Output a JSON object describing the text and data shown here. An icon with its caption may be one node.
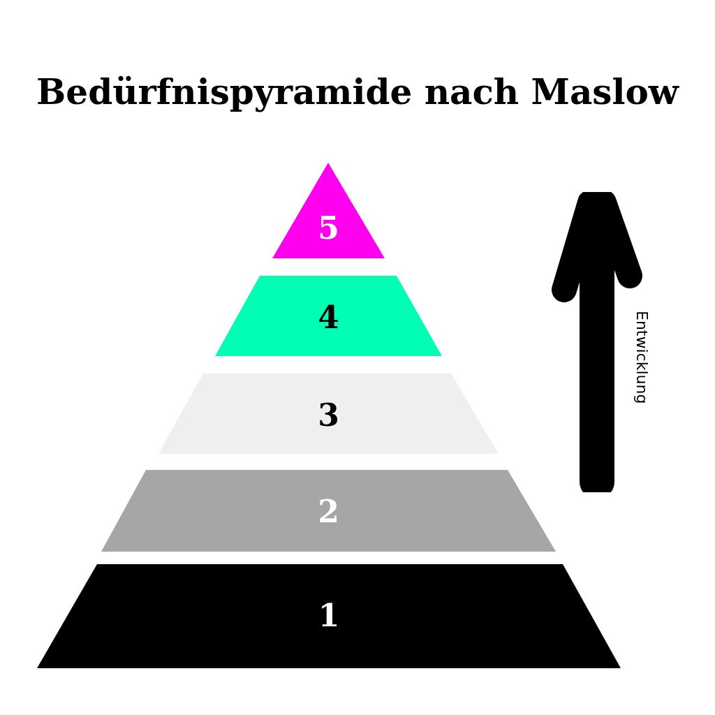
{
  "diagram": {
    "title": "Bedürfnispyramide nach Maslow",
    "nodes": [
      {
        "text": [
          "5"
        ]
      },
      {
        "text": [
          "4"
        ]
      },
      {
        "text": [
          "3"
        ]
      },
      {
        "text": [
          "2"
        ]
      },
      {
        "text": [
          "1"
        ]
      }
    ],
    "labels": [
      "Entwicklung"
    ]
  }
}
